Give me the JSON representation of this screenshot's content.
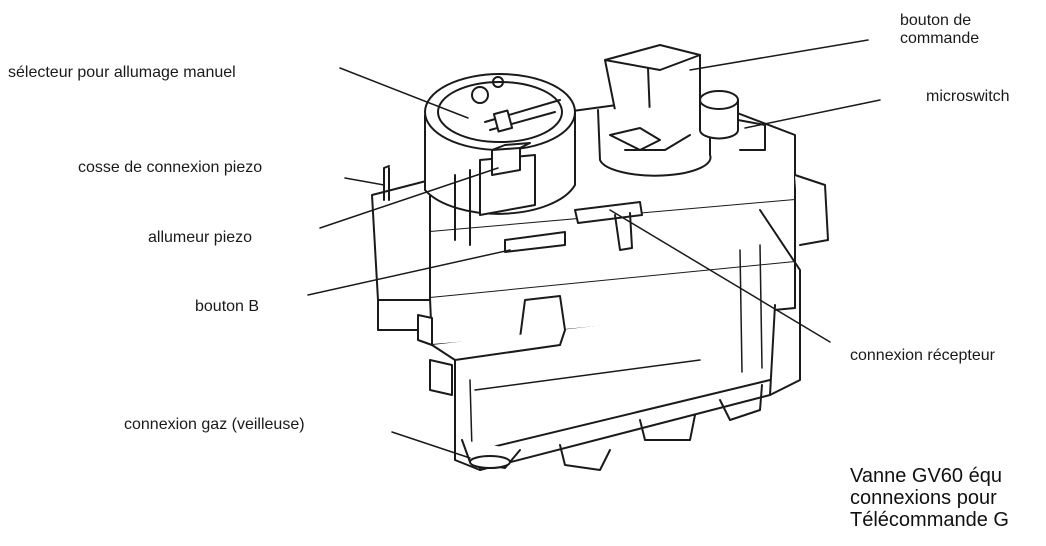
{
  "labels": {
    "selecteur": "sélecteur pour allumage manuel",
    "cosse": "cosse de connexion piezo",
    "allumeur": "allumeur piezo",
    "bouton_b": "bouton B",
    "gaz": "connexion gaz (veilleuse)",
    "bouton_commande_1": "bouton de",
    "bouton_commande_2": "commande",
    "microswitch": "microswitch",
    "recepteur": "connexion récepteur"
  },
  "caption": {
    "line1": "Vanne GV60 équ",
    "line2": "connexions pour",
    "line3": "Télécommande G"
  },
  "colors": {
    "line": "#1a1a1a",
    "background": "#ffffff"
  }
}
